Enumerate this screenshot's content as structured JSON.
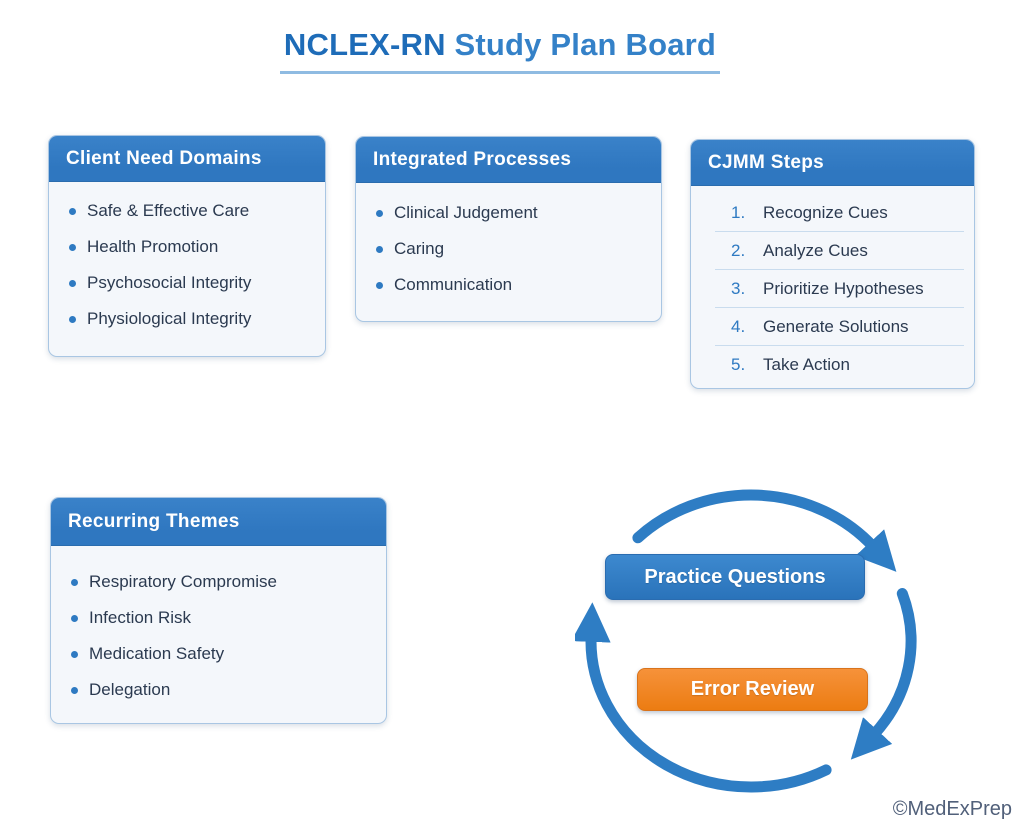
{
  "title": {
    "highlight": "NCLEX-RN",
    "rest": " Study Plan Board"
  },
  "cards": [
    {
      "title": "Client Need Domains",
      "list_type": "bullet",
      "items": [
        "Safe & Effective Care",
        "Health Promotion",
        "Psychosocial Integrity",
        "Physiological Integrity"
      ]
    },
    {
      "title": "Integrated Processes",
      "list_type": "bullet",
      "items": [
        "Clinical Judgement",
        "Caring",
        "Communication"
      ]
    },
    {
      "title": "CJMM Steps",
      "list_type": "numbered",
      "items": [
        {
          "num": "1.",
          "text": "Recognize Cues"
        },
        {
          "num": "2.",
          "text": "Analyze Cues"
        },
        {
          "num": "3.",
          "text": "Prioritize Hypotheses"
        },
        {
          "num": "4.",
          "text": "Generate Solutions"
        },
        {
          "num": "5.",
          "text": "Take Action"
        }
      ]
    },
    {
      "title": "Recurring Themes",
      "list_type": "bullet",
      "items": [
        "Respiratory Compromise",
        "Infection Risk",
        "Medication Safety",
        "Delegation"
      ]
    }
  ],
  "cycle": {
    "buttons": [
      {
        "label": "Practice Questions",
        "color": "#2e7ac2"
      },
      {
        "label": "Error Review",
        "color": "#f0831f"
      }
    ]
  },
  "watermark": "©MedExPrep",
  "colors": {
    "accent-blue": "#2e7ac2",
    "header-blue": "#2f77c0",
    "title-dark-blue": "#1e6cb8",
    "title-light-blue": "#3481c8",
    "underline-blue": "#8fbbe2",
    "orange": "#f0831f",
    "orange-border": "#d8731c",
    "text-dark": "#2b3a50",
    "card-bg": "#f4f7fb",
    "card-border": "#a9c6e3",
    "divider-blue": "#c9dcee",
    "watermark-gray": "#51607a",
    "arrow-blue": "#2e7dc4"
  }
}
